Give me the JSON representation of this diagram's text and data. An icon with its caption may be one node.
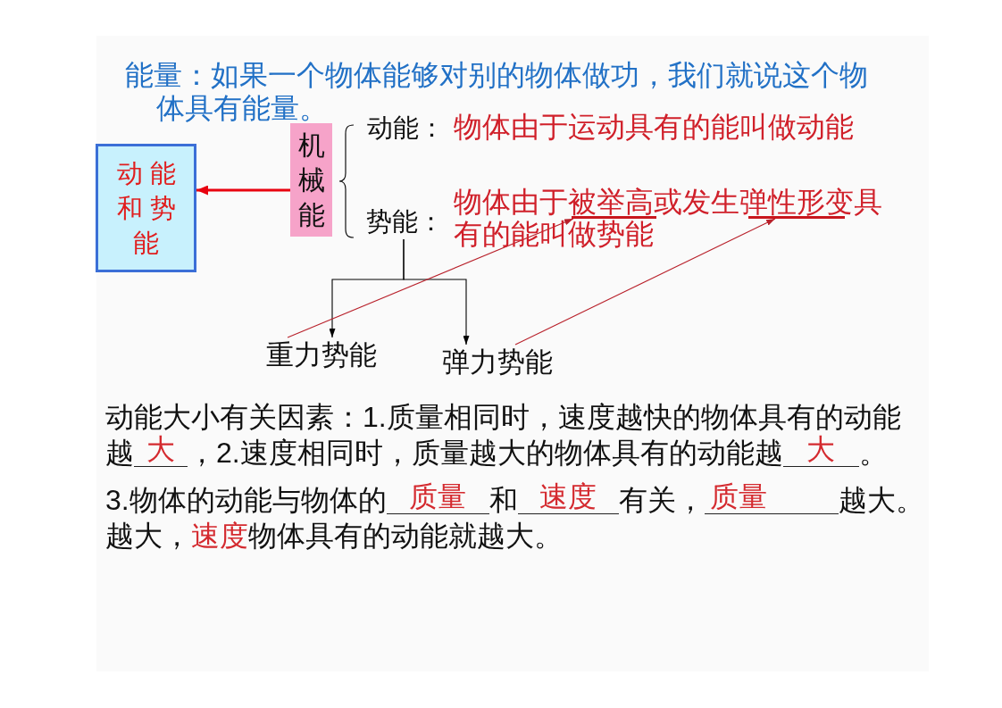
{
  "diagram": {
    "title": "能量：如果一个物体能够对别的物体做功，我们就说这个物体具有能量。",
    "nodes": [
      {
        "text": [
          "动能和势能"
        ]
      },
      {
        "text": [
          "机械能"
        ]
      },
      {
        "text": [
          "势能："
        ]
      },
      {
        "text": [],
        "shape": "underline"
      },
      {
        "text": [],
        "shape": "underline"
      },
      {
        "text": [
          "重力势能"
        ]
      },
      {
        "text": [
          "弹力势能"
        ]
      }
    ],
    "edges": [
      {
        "from": 1,
        "to": 0,
        "arrow": "to",
        "style": "thick",
        "color": "#e8000f"
      },
      {
        "from": 2,
        "to": 5,
        "arrow": "to",
        "color": "#000000"
      },
      {
        "from": 2,
        "to": 6,
        "arrow": "to",
        "color": "#000000"
      },
      {
        "from": 5,
        "to": 3,
        "arrow": "to",
        "color": "#b8202a"
      },
      {
        "from": 6,
        "to": 4,
        "arrow": "to",
        "color": "#b8202a"
      }
    ],
    "labels": [
      "动能：",
      "物体由于运动具有的能叫做动能",
      "物体由于被举高或发生弹性形变具有的能叫做势能",
      "动能大小有关因素：1.质量相同时，速度越快的物体具有的动能",
      "越",
      "大",
      "，2.速度相同时，质量越大的物体具有的动能越",
      "大",
      "。",
      "3.物体的动能与物体的",
      "质量",
      "和",
      "速度",
      "有关，",
      "质量",
      "越大。",
      "越大，",
      "速度",
      "物体具有的动能就越大。"
    ]
  }
}
